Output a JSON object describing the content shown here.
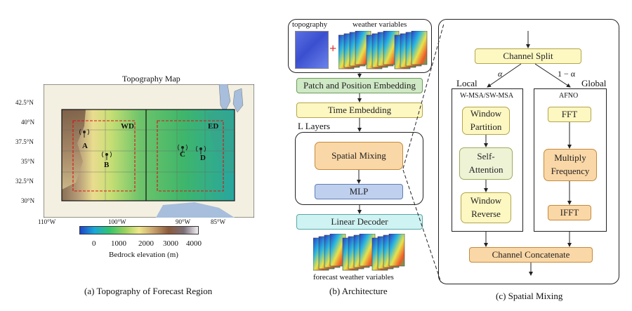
{
  "panel_a": {
    "title": "Topography Map",
    "lat_labels": [
      "42.5°N",
      "40°N",
      "37.5°N",
      "35°N",
      "32.5°N",
      "30°N"
    ],
    "lon_labels": [
      "110°W",
      "100°W",
      "90°W",
      "85°W"
    ],
    "region_labels": {
      "wd": "WD",
      "ed": "ED"
    },
    "site_labels": [
      "A",
      "B",
      "C",
      "D"
    ],
    "colorbar_ticks": [
      "0",
      "1000",
      "2000",
      "3000",
      "4000"
    ],
    "colorbar_label": "Bedrock elevation (m)",
    "caption": "(a)  Topography of Forecast Region"
  },
  "panel_b": {
    "topography_label": "topography",
    "weather_label": "weather variables",
    "plus": "+",
    "patch_embedding": "Patch and Position Embedding",
    "time_embedding": "Time Embedding",
    "layers_label": "L Layers",
    "spatial_mixing": "Spatial Mixing",
    "mlp": "MLP",
    "linear_decoder": "Linear Decoder",
    "forecast_label": "forecast weather variables",
    "caption": "(b) Architecture"
  },
  "panel_c": {
    "channel_split": "Channel Split",
    "alpha": "α",
    "one_minus_alpha": "1 − α",
    "local": "Local",
    "global": "Global",
    "wmsa": "W-MSA/SW-MSA",
    "afno": "AFNO",
    "window_partition": [
      "Window",
      "Partition"
    ],
    "self_attention": [
      "Self-",
      "Attention"
    ],
    "window_reverse": [
      "Window",
      "Reverse"
    ],
    "fft": "FFT",
    "multiply_frequency": [
      "Multiply",
      "Frequency"
    ],
    "ifft": "IFFT",
    "channel_concatenate": "Channel Concatenate",
    "caption": "(c) Spatial Mixing"
  }
}
